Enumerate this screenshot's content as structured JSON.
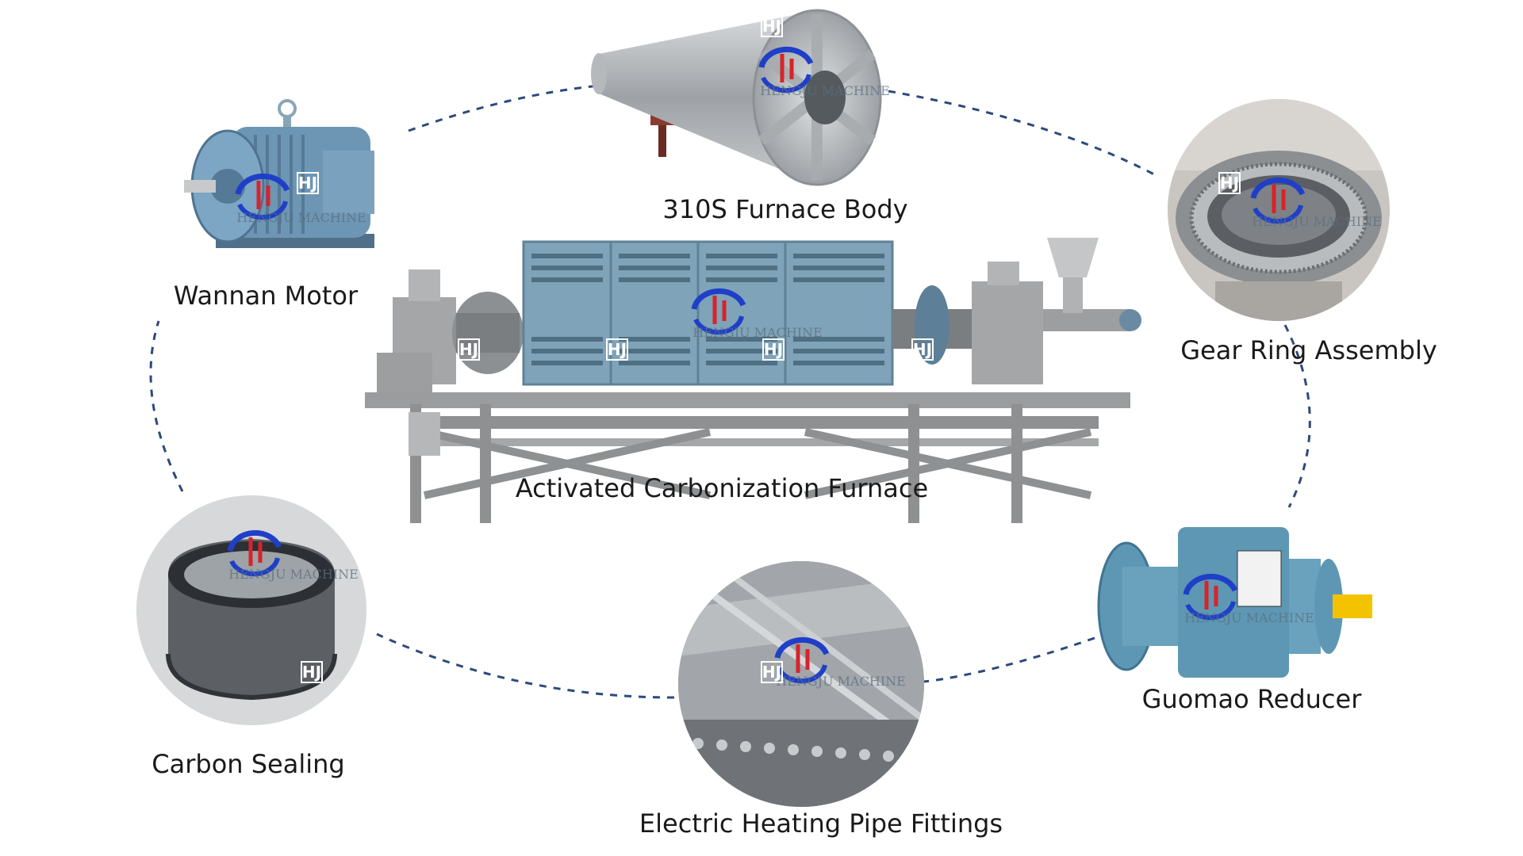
{
  "diagram": {
    "center": {
      "label": "Activated Carbonization Furnace"
    },
    "components": [
      {
        "id": "furnace-body",
        "label": "310S Furnace Body"
      },
      {
        "id": "motor",
        "label": "Wannan Motor"
      },
      {
        "id": "gear-ring",
        "label": "Gear Ring Assembly"
      },
      {
        "id": "reducer",
        "label": "Guomao Reducer"
      },
      {
        "id": "heating-pipe",
        "label": "Electric Heating Pipe Fittings"
      },
      {
        "id": "carbon-sealing",
        "label": "Carbon Sealing"
      }
    ],
    "connector": {
      "style": "dashed",
      "color": "#2c4a7a"
    }
  },
  "watermark": {
    "brand": "HENGJU MACHINE",
    "logo_letters": "HJ",
    "colors": {
      "blue": "#1f3fc8",
      "red": "#d8232a"
    }
  },
  "colors": {
    "furnace_panel": "#7fa3b8",
    "frame_steel": "#9a9c9e",
    "motor_blue": "#6d96b4",
    "reducer_blue": "#5e97b4",
    "stainless": "#bfc3c6"
  }
}
